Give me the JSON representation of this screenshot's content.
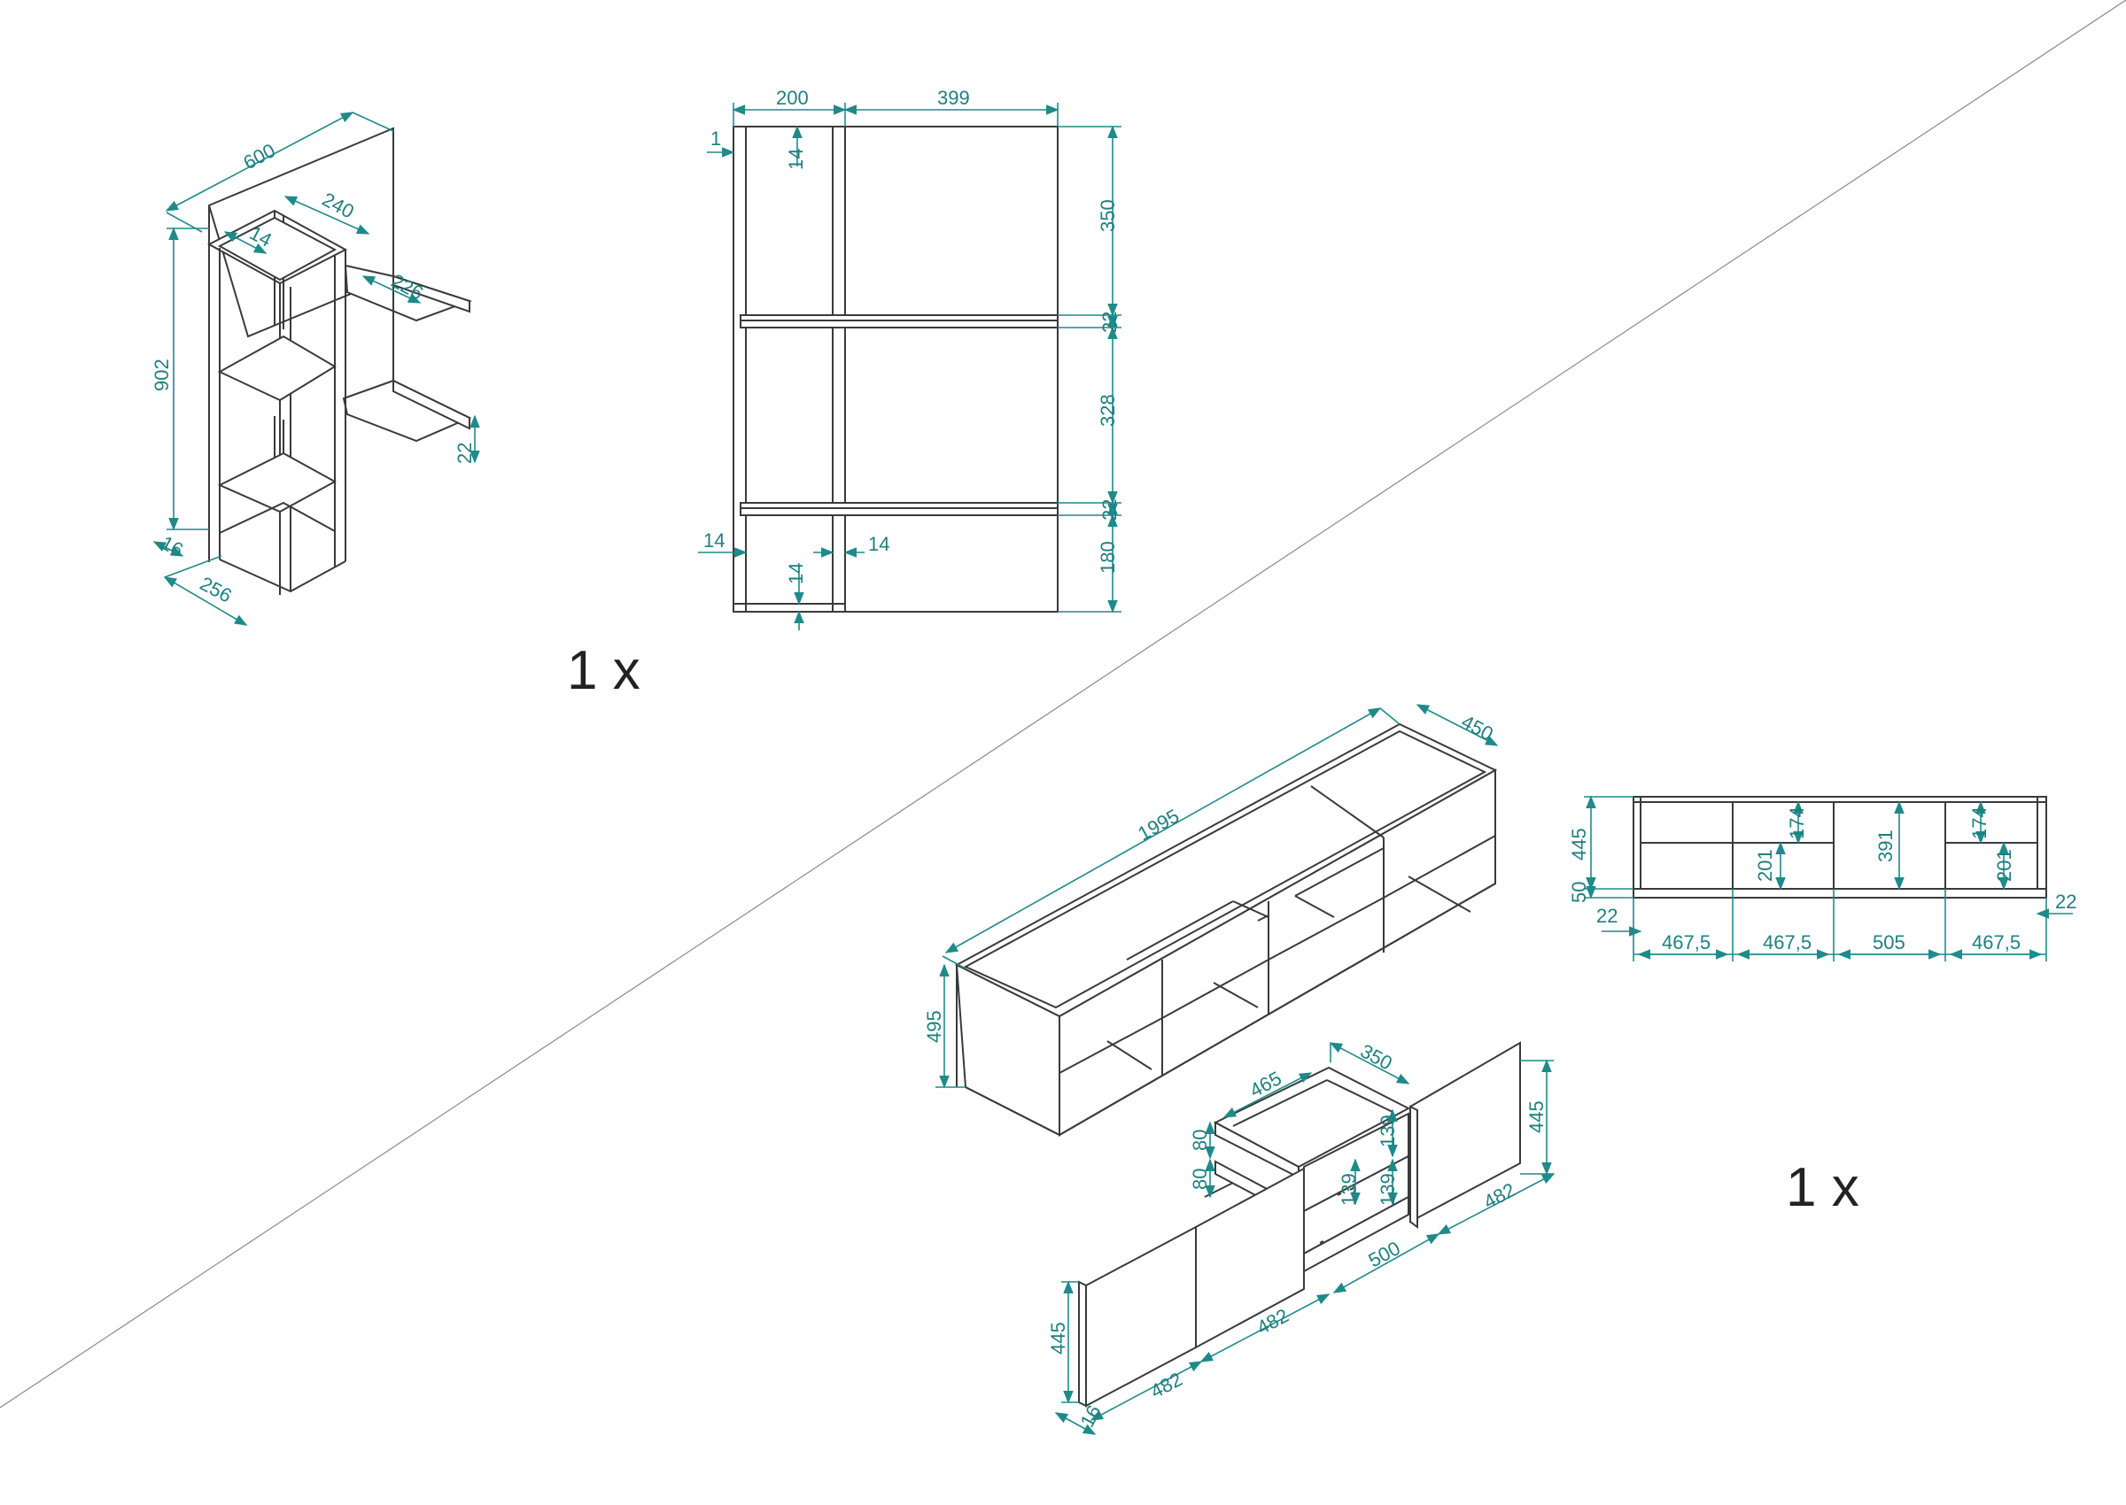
{
  "colors": {
    "line": "#3a3a3a",
    "dimension": "#1f8a8a",
    "background": "#ffffff"
  },
  "shelf_unit": {
    "quantity": "1 x",
    "iso_dims": {
      "width": "600",
      "tower_width": "240",
      "frame": "14",
      "shelf_depth": "226",
      "height": "902",
      "shelf_thickness": "22",
      "base": "16",
      "base_depth": "256"
    },
    "front_dims": {
      "left_width": "200",
      "right_width": "399",
      "top_offset": "1",
      "top_frame": "14",
      "h_top": "350",
      "shelf_1": "22",
      "h_mid": "328",
      "shelf_2": "22",
      "h_bottom": "180",
      "left_frame": "14",
      "inner_frame": "14",
      "bottom_frame": "14"
    }
  },
  "tv_unit": {
    "quantity": "1 x",
    "iso_dims": {
      "length": "1995",
      "depth": "450",
      "height": "495"
    },
    "front_dims": {
      "height": "445",
      "plinth": "50",
      "inset_left": "22",
      "inset_right": "22",
      "shelf_upper_1": "174",
      "shelf_lower_1": "201",
      "center_height": "391",
      "shelf_upper_2": "174",
      "shelf_lower_2": "201",
      "widths": [
        "467,5",
        "467,5",
        "505",
        "467,5"
      ]
    },
    "exploded_dims": {
      "drawer_width": "465",
      "drawer_depth": "350",
      "drawer_front_1": "80",
      "drawer_front_2": "80",
      "drawer_h_1": "139",
      "drawer_h_2": "139",
      "drawer_h_3": "139",
      "door_height_right": "445",
      "door_width_right": "482",
      "center_width": "500",
      "door_width_mid": "482",
      "door_width_left": "482",
      "door_height_left": "445",
      "door_thickness": "16"
    }
  }
}
